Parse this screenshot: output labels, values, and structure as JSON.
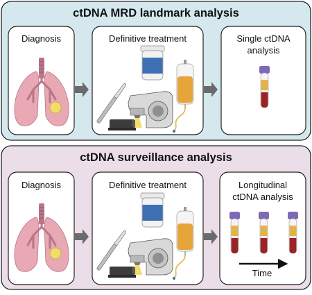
{
  "colors": {
    "panel1_bg": "#d4e8ee",
    "panel2_bg": "#ecdee9",
    "box_bg": "#ffffff",
    "stroke": "#222222",
    "arrow": "#6b6b6b",
    "lung": "#e8a8b4",
    "tumor": "#f1de6a",
    "trachea": "#b9768a",
    "blood": "#9b2225",
    "plasma": "#e3b34a",
    "cap": "#7d6ab5",
    "bottle": "#3f6fb3",
    "bag": "#e5a53b"
  },
  "panels": [
    {
      "title": "ctDNA MRD landmark analysis",
      "boxes": [
        {
          "lines": [
            "Diagnosis"
          ]
        },
        {
          "lines": [
            "Definitive treatment"
          ]
        },
        {
          "lines": [
            "Single ctDNA",
            "analysis"
          ]
        }
      ]
    },
    {
      "title": "ctDNA surveillance analysis",
      "boxes": [
        {
          "lines": [
            "Diagnosis"
          ]
        },
        {
          "lines": [
            "Definitive treatment"
          ]
        },
        {
          "lines": [
            "Longitudinal",
            "ctDNA analysis"
          ]
        }
      ],
      "time_label": "Time"
    }
  ],
  "icons": {
    "diagnosis": "lungs-with-tumor-icon",
    "treatment": [
      "scalpel-icon",
      "medication-bottle-icon",
      "iv-bag-icon",
      "radiation-machine-icon"
    ],
    "analysis": "blood-tube-icon"
  }
}
